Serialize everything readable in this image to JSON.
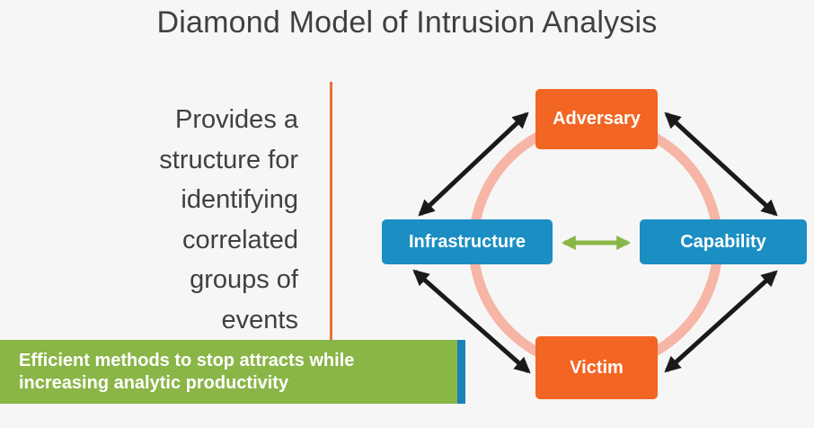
{
  "slide": {
    "title": "Diamond Model of Intrusion Analysis",
    "body_lines": [
      "Provides a",
      "structure for",
      "identifying",
      "correlated",
      "groups of",
      "events"
    ],
    "callout_lines": [
      "Efficient methods to stop attracts while",
      "increasing analytic productivity"
    ]
  },
  "diagram": {
    "nodes": {
      "adversary": "Adversary",
      "infrastructure": "Infrastructure",
      "capability": "Capability",
      "victim": "Victim"
    }
  },
  "colors": {
    "orange": "#f26522",
    "blue": "#1b8ec3",
    "green": "#8ab547",
    "ring": "#f6b5a5",
    "arrow": "#1a1a1a"
  }
}
